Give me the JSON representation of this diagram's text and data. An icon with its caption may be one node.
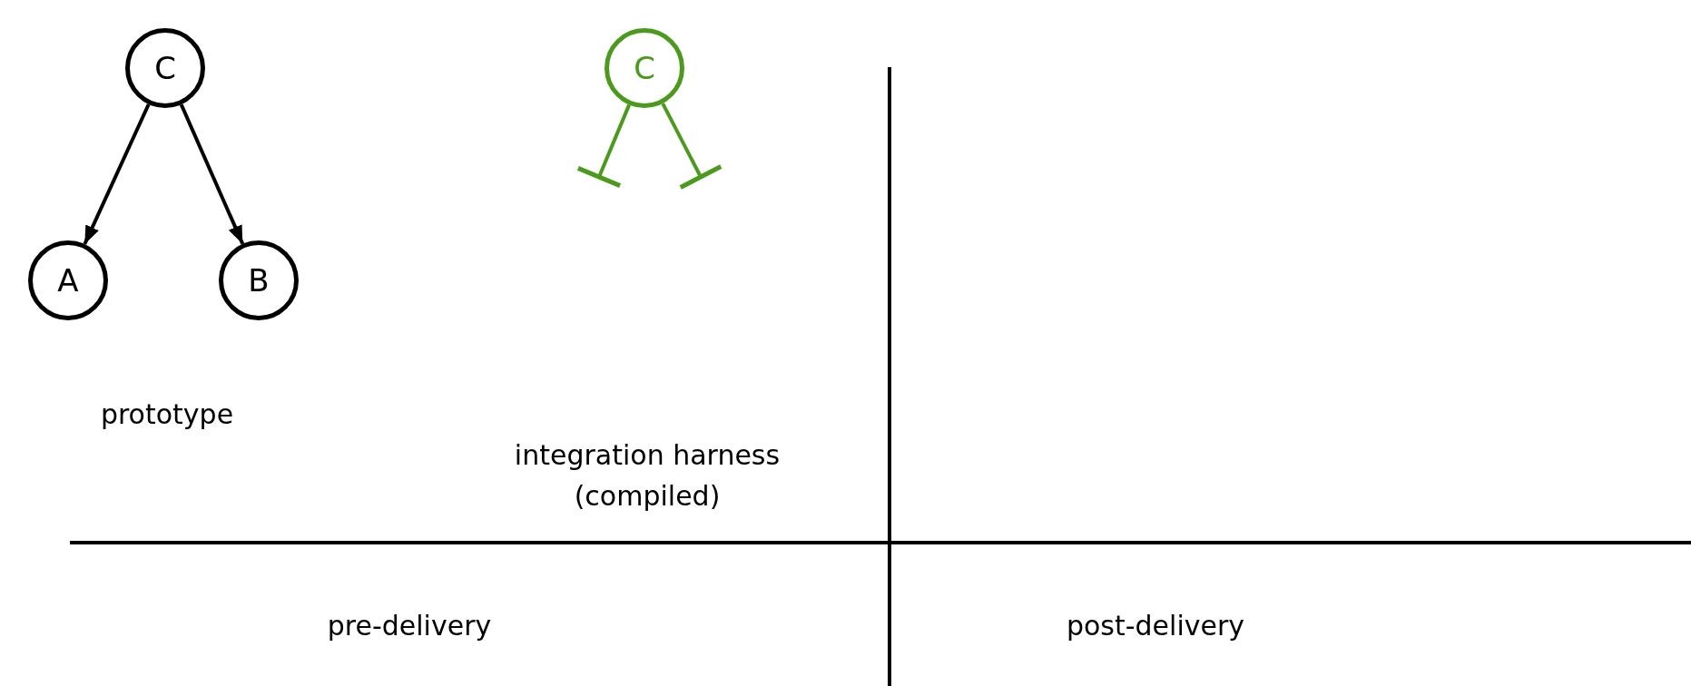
{
  "diagram": {
    "nodes": [
      {
        "text": [
          "C"
        ]
      },
      {
        "text": [
          "A"
        ]
      },
      {
        "text": [
          "B"
        ]
      },
      {
        "text": [
          "C"
        ]
      }
    ],
    "edges": [
      {
        "from": 0,
        "to": 1,
        "arrow": "to"
      },
      {
        "from": 0,
        "to": 2,
        "arrow": "to"
      },
      {
        "from": 3,
        "to": null,
        "arrow": "other",
        "color": "#4b9a1e"
      },
      {
        "from": 3,
        "to": null,
        "arrow": "other",
        "color": "#4b9a1e"
      }
    ],
    "labels": [
      "prototype",
      "integration harness (compiled)",
      "pre-delivery",
      "post-delivery"
    ]
  }
}
